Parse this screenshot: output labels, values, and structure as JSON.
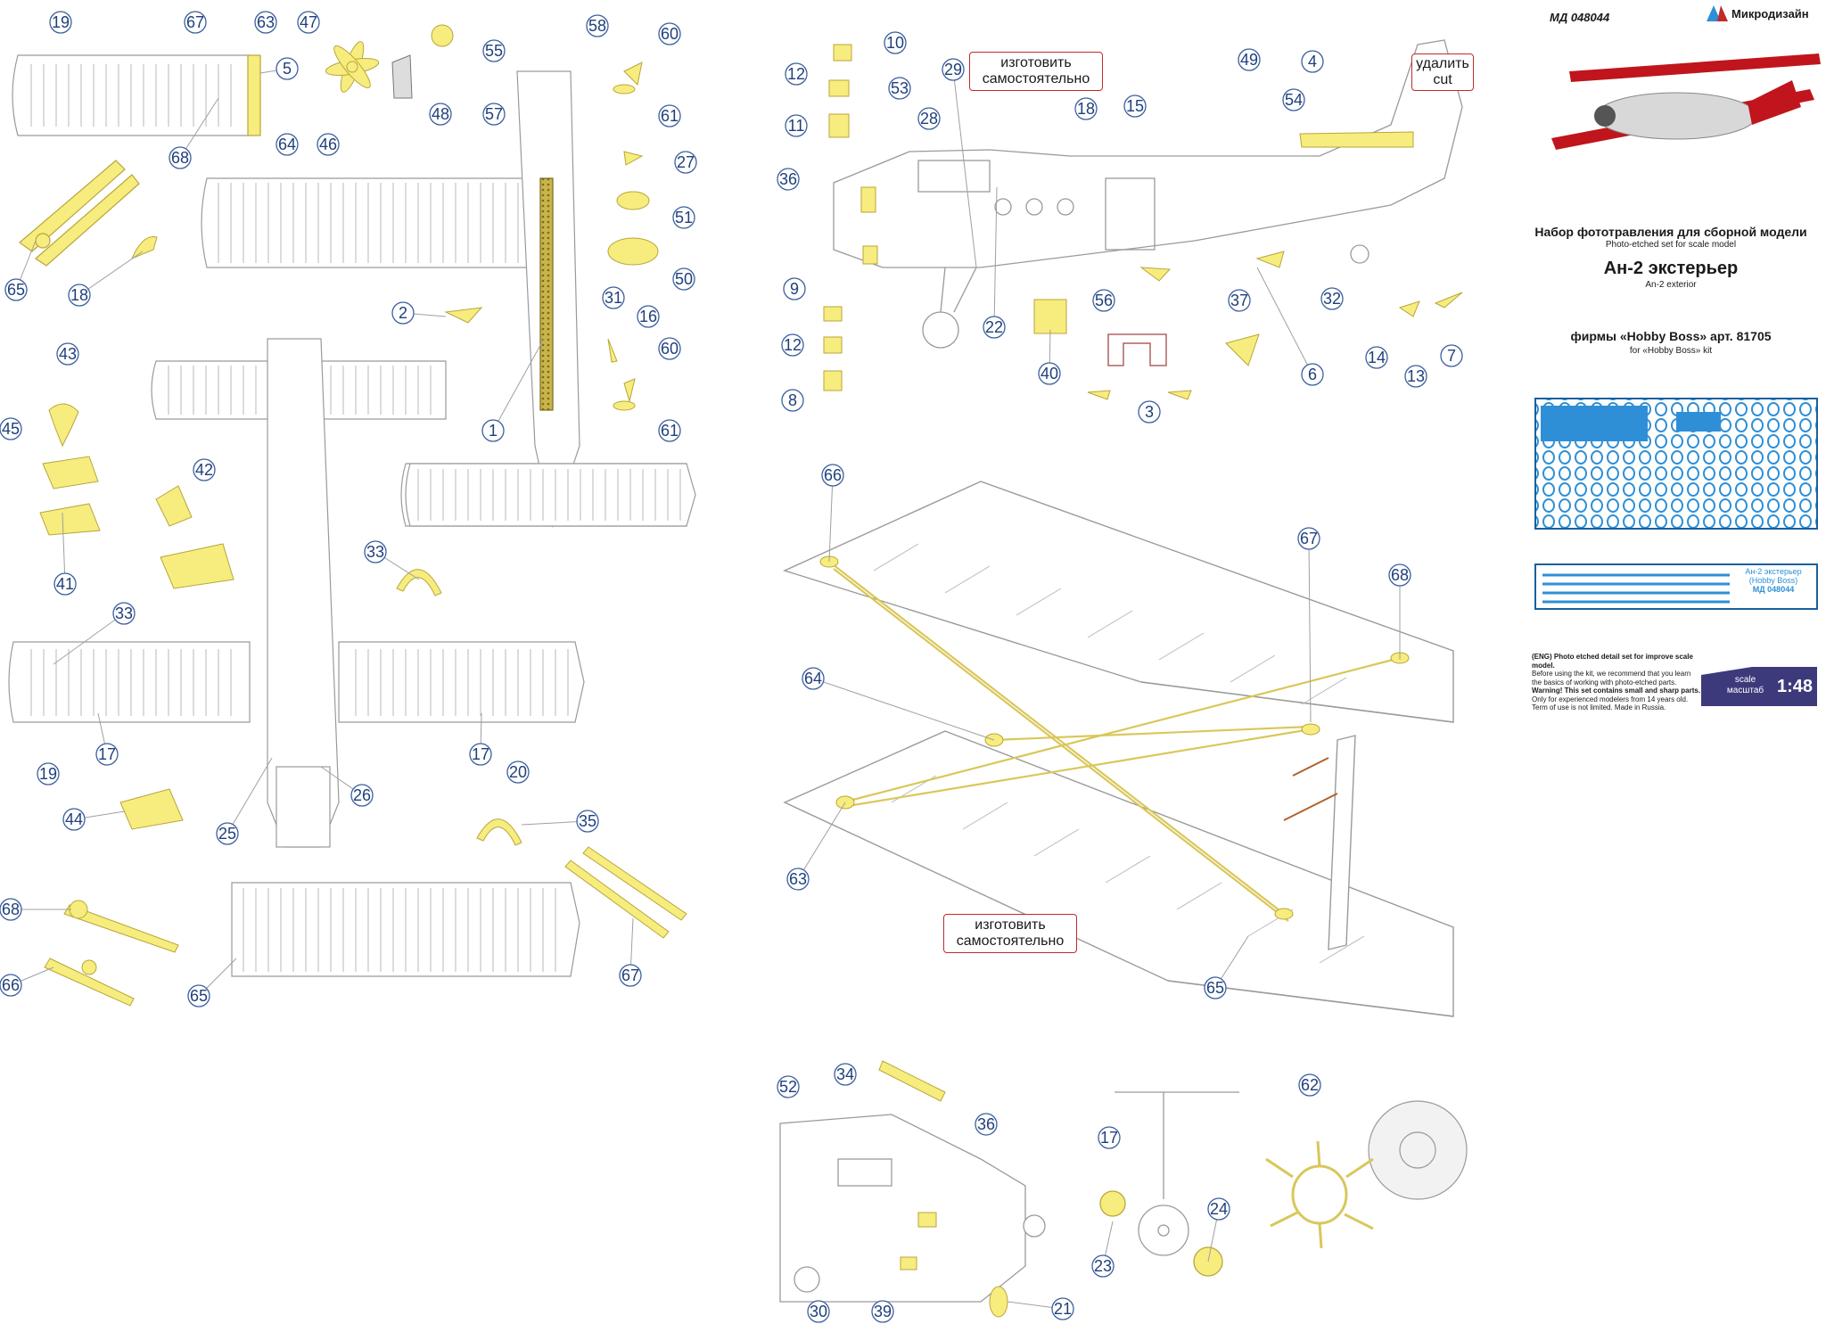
{
  "header": {
    "code": "МД 048044",
    "brand": "Микродизайн"
  },
  "panel": {
    "title_ru": "Набор фототравления для сборной модели",
    "title_en": "Photo-etched set for scale model",
    "subject_ru": "Ан-2 экстерьер",
    "subject_en": "An-2 exterior",
    "kit_ru": "фирмы «Hobby Boss» арт. 81705",
    "kit_en": "for «Hobby Boss» kit",
    "fret_small_text": "Ан-2 экстерьер (Hobby Boss)",
    "fret_small_code": "МД 048044",
    "notes": [
      "(ENG) Photo etched detail set for improve scale model.",
      "Before using the kit, we recommend that you learn",
      "the basics of working with photo-etched parts.",
      "Warning! This set contains small and sharp parts.",
      "Only for experienced modelers from 14 years old.",
      "Term of use is not limited. Made in Russia."
    ],
    "scale_label_en": "scale",
    "scale_label_ru": "масштаб",
    "scale_value": "1:48"
  },
  "notes": {
    "make_yourself_1": "изготовить самостоятельно",
    "make_yourself_2": "изготовить самостоятельно",
    "remove_ru": "удалить",
    "remove_en": "cut"
  },
  "colors": {
    "part_fill": "#f7ec7e",
    "part_stroke": "#b8a63a",
    "label_ring": "#3b5f9e",
    "label_text": "#1f3f7a",
    "line": "#8a8a8a",
    "note_border": "#c02a2a",
    "fret_blue": "#2e8fd6",
    "scale_bg": "#3d3a7c"
  },
  "callouts": [
    {
      "n": "19",
      "id": "c1"
    },
    {
      "n": "67",
      "id": "c2"
    },
    {
      "n": "63",
      "id": "c3"
    },
    {
      "n": "47",
      "id": "c4"
    },
    {
      "n": "5",
      "id": "c5"
    },
    {
      "n": "48",
      "id": "c6"
    },
    {
      "n": "55",
      "id": "c7"
    },
    {
      "n": "58",
      "id": "c8"
    },
    {
      "n": "60",
      "id": "c9"
    },
    {
      "n": "64",
      "id": "c10"
    },
    {
      "n": "46",
      "id": "c11"
    },
    {
      "n": "68",
      "id": "c12"
    },
    {
      "n": "57",
      "id": "c13"
    },
    {
      "n": "61",
      "id": "c14"
    },
    {
      "n": "27",
      "id": "c15"
    },
    {
      "n": "51",
      "id": "c16"
    },
    {
      "n": "50",
      "id": "c17"
    },
    {
      "n": "65",
      "id": "c18"
    },
    {
      "n": "18",
      "id": "c19"
    },
    {
      "n": "2",
      "id": "c20"
    },
    {
      "n": "31",
      "id": "c21"
    },
    {
      "n": "16",
      "id": "c22"
    },
    {
      "n": "60",
      "id": "c23"
    },
    {
      "n": "43",
      "id": "c24"
    },
    {
      "n": "1",
      "id": "c25"
    },
    {
      "n": "61",
      "id": "c26"
    },
    {
      "n": "45",
      "id": "c27"
    },
    {
      "n": "42",
      "id": "c28"
    },
    {
      "n": "41",
      "id": "c29"
    },
    {
      "n": "33",
      "id": "c30"
    },
    {
      "n": "33",
      "id": "c31"
    },
    {
      "n": "19",
      "id": "c32"
    },
    {
      "n": "17",
      "id": "c33"
    },
    {
      "n": "17",
      "id": "c34"
    },
    {
      "n": "20",
      "id": "c35"
    },
    {
      "n": "44",
      "id": "c36"
    },
    {
      "n": "25",
      "id": "c37"
    },
    {
      "n": "26",
      "id": "c38"
    },
    {
      "n": "35",
      "id": "c39"
    },
    {
      "n": "68",
      "id": "c40"
    },
    {
      "n": "66",
      "id": "c41"
    },
    {
      "n": "65",
      "id": "c42"
    },
    {
      "n": "67",
      "id": "c43"
    },
    {
      "n": "10",
      "id": "c44"
    },
    {
      "n": "12",
      "id": "c45"
    },
    {
      "n": "53",
      "id": "c46"
    },
    {
      "n": "29",
      "id": "c47"
    },
    {
      "n": "49",
      "id": "c48"
    },
    {
      "n": "4",
      "id": "c49"
    },
    {
      "n": "11",
      "id": "c50"
    },
    {
      "n": "28",
      "id": "c51"
    },
    {
      "n": "54",
      "id": "c52"
    },
    {
      "n": "18",
      "id": "c53"
    },
    {
      "n": "15",
      "id": "c54"
    },
    {
      "n": "36",
      "id": "c55"
    },
    {
      "n": "9",
      "id": "c56"
    },
    {
      "n": "22",
      "id": "c57"
    },
    {
      "n": "56",
      "id": "c58"
    },
    {
      "n": "37",
      "id": "c59"
    },
    {
      "n": "32",
      "id": "c60"
    },
    {
      "n": "12",
      "id": "c61"
    },
    {
      "n": "40",
      "id": "c62"
    },
    {
      "n": "6",
      "id": "c63"
    },
    {
      "n": "14",
      "id": "c64"
    },
    {
      "n": "13",
      "id": "c65"
    },
    {
      "n": "7",
      "id": "c66"
    },
    {
      "n": "8",
      "id": "c67"
    },
    {
      "n": "3",
      "id": "c68"
    },
    {
      "n": "66",
      "id": "c69"
    },
    {
      "n": "67",
      "id": "c70"
    },
    {
      "n": "68",
      "id": "c71"
    },
    {
      "n": "64",
      "id": "c72"
    },
    {
      "n": "63",
      "id": "c73"
    },
    {
      "n": "65",
      "id": "c74"
    },
    {
      "n": "34",
      "id": "c75"
    },
    {
      "n": "52",
      "id": "c76"
    },
    {
      "n": "36",
      "id": "c77"
    },
    {
      "n": "62",
      "id": "c78"
    },
    {
      "n": "17",
      "id": "c79"
    },
    {
      "n": "24",
      "id": "c80"
    },
    {
      "n": "23",
      "id": "c81"
    },
    {
      "n": "30",
      "id": "c82"
    },
    {
      "n": "39",
      "id": "c83"
    },
    {
      "n": "21",
      "id": "c84"
    }
  ]
}
